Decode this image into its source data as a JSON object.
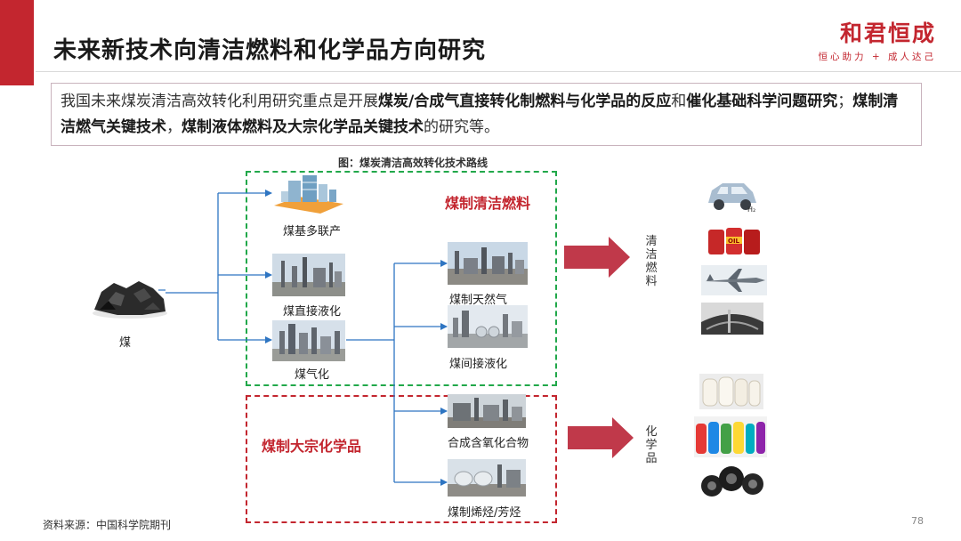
{
  "header": {
    "title": "未来新技术向清洁燃料和化学品方向研究",
    "brand_name": "和君恒成",
    "brand_slogan": "恒心助力 + 成人达己"
  },
  "summary": {
    "seg1": "我国未来煤炭清洁高效转化利用研究重点是开展",
    "seg2": "煤炭/合成气直接转化制燃料与化学品的反应",
    "seg3": "和",
    "seg4": "催化基础科学问题研究",
    "seg5": "；",
    "seg6": "煤制清洁燃气关键技术",
    "seg7": "，",
    "seg8": "煤制液体燃料及大宗化学品关键技术",
    "seg9": "的研究等。"
  },
  "figure": {
    "caption": "图：煤炭清洁高效转化技术路线",
    "source_label": "煤",
    "nodes": {
      "polygen": "煤基多联产",
      "direct_liq": "煤直接液化",
      "gasification": "煤气化",
      "sng": "煤制天然气",
      "indirect_liq": "煤间接液化",
      "oxygenates": "合成含氧化合物",
      "olefins": "煤制烯烃/芳烃"
    },
    "sections": {
      "clean_fuel": "煤制清洁燃料",
      "bulk_chem": "煤制大宗化学品"
    },
    "outputs": {
      "clean_fuel": "清洁燃料",
      "chemicals": "化学品"
    },
    "colors": {
      "green_box": "#21a84a",
      "red_box": "#c3262f",
      "arrow_fill": "#c0394a",
      "connector": "#2e75c2"
    }
  },
  "footer": {
    "source": "资料来源：中国科学院期刊",
    "page": "78"
  }
}
